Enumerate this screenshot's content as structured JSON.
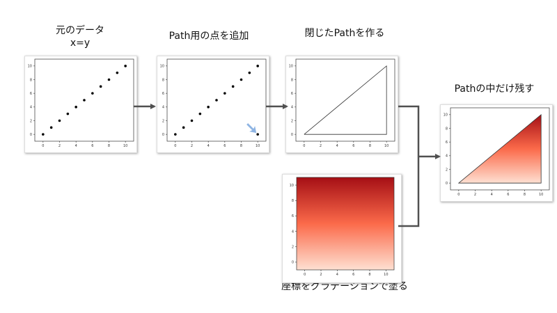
{
  "titles": {
    "step1": "元のデータ\nx=y",
    "step2": "Path用の点を追加",
    "step3": "閉じたPathを作る",
    "step4": "座標をグラデーションで塗る",
    "step5": "Pathの中だけ残す"
  },
  "colors": {
    "arrow": "#505050",
    "hint_arrow": "#8eb4e3",
    "grad_top": "#a50f15",
    "grad_mid": "#fb6a4a",
    "grad_bottom": "#fee0d2"
  },
  "chart_data": [
    {
      "type": "scatter",
      "x": [
        0,
        1,
        2,
        3,
        4,
        5,
        6,
        7,
        8,
        9,
        10
      ],
      "y": [
        0,
        1,
        2,
        3,
        4,
        5,
        6,
        7,
        8,
        9,
        10
      ],
      "xlim": [
        -1,
        11
      ],
      "ylim": [
        -1,
        11
      ],
      "xticks": [
        0,
        2,
        4,
        6,
        8,
        10
      ],
      "yticks": [
        0,
        2,
        4,
        6,
        8,
        10
      ]
    },
    {
      "type": "scatter",
      "x": [
        0,
        1,
        2,
        3,
        4,
        5,
        6,
        7,
        8,
        9,
        10,
        10
      ],
      "y": [
        0,
        1,
        2,
        3,
        4,
        5,
        6,
        7,
        8,
        9,
        10,
        0
      ],
      "xlim": [
        -1,
        11
      ],
      "ylim": [
        -1,
        11
      ],
      "xticks": [
        0,
        2,
        4,
        6,
        8,
        10
      ],
      "yticks": [
        0,
        2,
        4,
        6,
        8,
        10
      ]
    },
    {
      "type": "line",
      "x": [
        0,
        10,
        10,
        0
      ],
      "y": [
        0,
        10,
        0,
        0
      ],
      "xlim": [
        -1,
        11
      ],
      "ylim": [
        -1,
        11
      ],
      "xticks": [
        0,
        2,
        4,
        6,
        8,
        10
      ],
      "yticks": [
        0,
        2,
        4,
        6,
        8,
        10
      ]
    },
    {
      "type": "heatmap",
      "xlim": [
        -1,
        11
      ],
      "ylim": [
        -1,
        11
      ],
      "xticks": [
        0,
        2,
        4,
        6,
        8,
        10
      ],
      "yticks": [
        0,
        2,
        4,
        6,
        8,
        10
      ]
    },
    {
      "type": "area",
      "x": [
        0,
        10,
        10,
        0
      ],
      "y": [
        0,
        10,
        0,
        0
      ],
      "xlim": [
        -1,
        11
      ],
      "ylim": [
        -1,
        11
      ],
      "xticks": [
        0,
        2,
        4,
        6,
        8,
        10
      ],
      "yticks": [
        0,
        2,
        4,
        6,
        8,
        10
      ]
    }
  ]
}
